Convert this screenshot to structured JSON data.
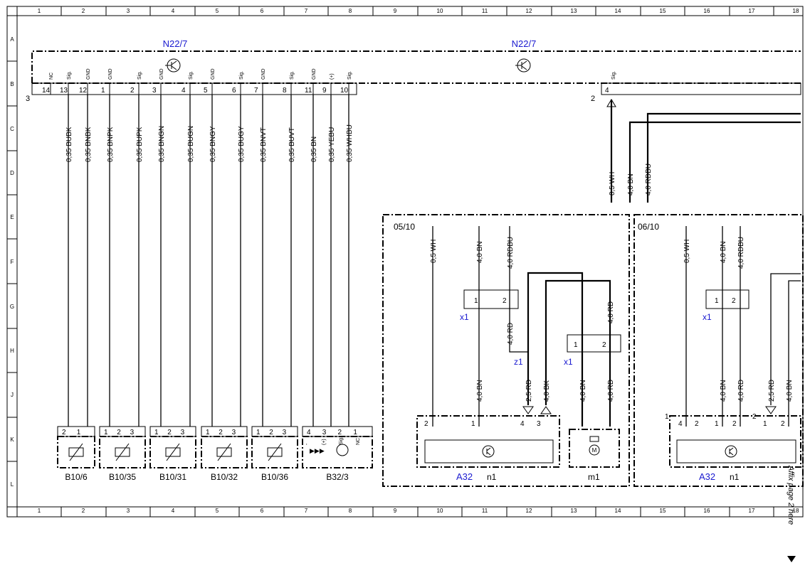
{
  "grid": {
    "columns": [
      "1",
      "2",
      "3",
      "4",
      "5",
      "6",
      "7",
      "8",
      "9",
      "10",
      "11",
      "12",
      "13",
      "14",
      "15",
      "16",
      "17",
      "18"
    ],
    "rows": [
      "A",
      "B",
      "C",
      "D",
      "E",
      "F",
      "G",
      "H",
      "J",
      "K",
      "L"
    ]
  },
  "n22": {
    "left_label": "N22/7",
    "right_label": "N22/7",
    "connector_left": "3",
    "connector_right": "2",
    "pins": [
      {
        "num": "14",
        "sig": "NC"
      },
      {
        "num": "13",
        "sig": "Sig."
      },
      {
        "num": "12",
        "sig": "GND"
      },
      {
        "num": "1",
        "sig": "GND"
      },
      {
        "num": "2",
        "sig": "Sig."
      },
      {
        "num": "3",
        "sig": "GND"
      },
      {
        "num": "4",
        "sig": "Sig."
      },
      {
        "num": "5",
        "sig": "GND"
      },
      {
        "num": "6",
        "sig": "Sig."
      },
      {
        "num": "7",
        "sig": "GND"
      },
      {
        "num": "8",
        "sig": "Sig."
      },
      {
        "num": "11",
        "sig": "GND"
      },
      {
        "num": "9",
        "sig": "(+)"
      },
      {
        "num": "10",
        "sig": "Sig."
      }
    ],
    "right_pin": {
      "num": "4",
      "sig": "Sig."
    }
  },
  "wires": [
    "0,35 BUBK",
    "0,35 BNBK",
    "0,35 BNPK",
    "0,35 BUPK",
    "0,35 BNGN",
    "0,35 BUGN",
    "0,35 BNGY",
    "0,35 BUGY",
    "0,35 BNVT",
    "0,35 BUVT",
    "0,35 BN",
    "0,35 YEBU",
    "0,35 WHBU"
  ],
  "top_right_wires": [
    "0,5 WH",
    "4,0 BN",
    "4,0 RDBU"
  ],
  "sensors": [
    {
      "label": "B10/6",
      "pins": [
        "2",
        "1"
      ]
    },
    {
      "label": "B10/35",
      "pins": [
        "1",
        "2",
        "3"
      ]
    },
    {
      "label": "B10/31",
      "pins": [
        "1",
        "2",
        "3"
      ]
    },
    {
      "label": "B10/32",
      "pins": [
        "1",
        "2",
        "3"
      ]
    },
    {
      "label": "B10/36",
      "pins": [
        "1",
        "2",
        "3"
      ]
    },
    {
      "label": "B32/3",
      "pins": [
        "4",
        "3",
        "2",
        "1"
      ],
      "sigs": [
        "-",
        "(+)",
        "Sig.",
        "NC"
      ]
    }
  ],
  "left_section": {
    "ref": "05/10",
    "wires_top": [
      "0,5 WH",
      "4,0 BN",
      "4,0 RDBU"
    ],
    "x1_label": "x1",
    "x1_pins": [
      "1",
      "2"
    ],
    "x1b_label": "x1",
    "x1b_pins": [
      "1",
      "2"
    ],
    "z1_label": "z1",
    "mid_wires": [
      "4,0 RD",
      "4,0 RD"
    ],
    "bottom_wires": [
      "4,0 BN",
      "2,5 RD",
      "4,0 BK",
      "4,0 BN",
      "4,0 RD"
    ],
    "module_label": "A32",
    "module_sub": "n1",
    "module_pins": [
      "2",
      "1",
      "4",
      "3"
    ],
    "motor_label": "m1",
    "motor_symbol": "M"
  },
  "right_section": {
    "ref": "06/10",
    "wires_top": [
      "0,5 WH",
      "4,0 BN",
      "4,0 RDBU"
    ],
    "x1_label": "x1",
    "x1_pins": [
      "1",
      "2"
    ],
    "bottom_wires": [
      "4,0 BN",
      "4,0 RD",
      "2,5 RD",
      "4,0 BN"
    ],
    "module_label": "A32",
    "module_sub": "n1",
    "connector_nums": [
      "1",
      "2"
    ],
    "module_pins": [
      "4",
      "2",
      "1",
      "2",
      "1",
      "2"
    ]
  },
  "side_note": "Affix page 2 here",
  "colors": {
    "accent": "#1a1ad0",
    "line": "#000000"
  }
}
